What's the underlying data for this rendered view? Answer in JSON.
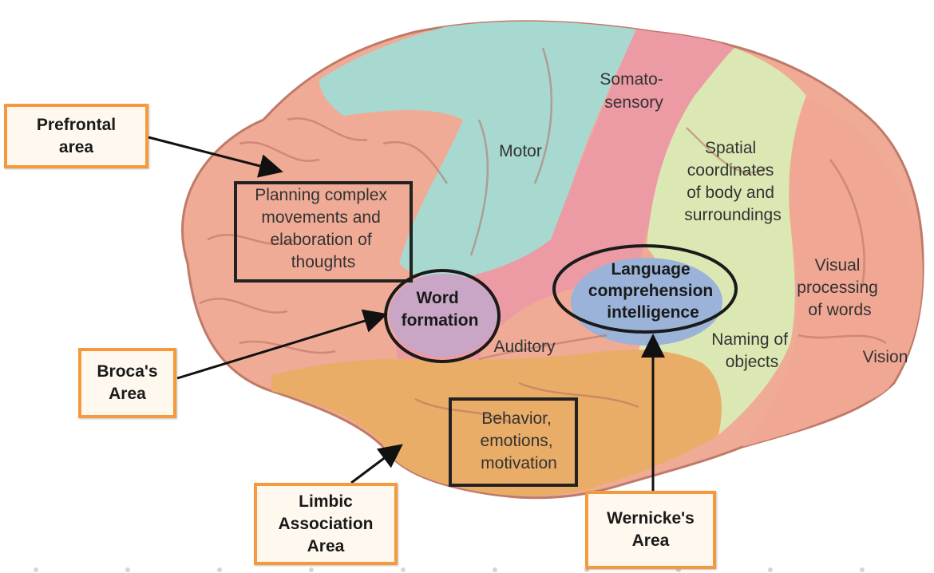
{
  "callouts": {
    "prefrontal": "Prefrontal\narea",
    "broca": "Broca's\nArea",
    "limbic": "Limbic\nAssociation\nArea",
    "wernicke": "Wernicke's\nArea"
  },
  "regions": {
    "motor": "Motor",
    "somatosensory": [
      "Somato-",
      "sensory"
    ],
    "spatial": [
      "Spatial",
      "coordinates",
      "of body and",
      "surroundings"
    ],
    "visual_words": [
      "Visual",
      "processing",
      "of words"
    ],
    "vision": "Vision",
    "naming": [
      "Naming of",
      "objects"
    ],
    "auditory": "Auditory",
    "planning": [
      "Planning complex",
      "movements and",
      "elaboration of",
      "thoughts"
    ],
    "word_formation": [
      "Word",
      "formation"
    ],
    "language": [
      "Language",
      "comprehension",
      "intelligence"
    ],
    "behavior": [
      "Behavior,",
      "emotions,",
      "motivation"
    ]
  },
  "colors": {
    "prefrontal_fill": "#f0ab96",
    "motor_fill": "#a7d9d1",
    "somatosensory_fill": "#ec9aa4",
    "spatial_fill": "#dbe8b4",
    "visual_fill": "#f0a894",
    "limbic_fill": "#e9ad68",
    "wernicke_fill": "#9bb3d8",
    "broca_fill": "#c9a6c6",
    "callout_border": "#f59a3c",
    "outline": "#c07a68"
  }
}
